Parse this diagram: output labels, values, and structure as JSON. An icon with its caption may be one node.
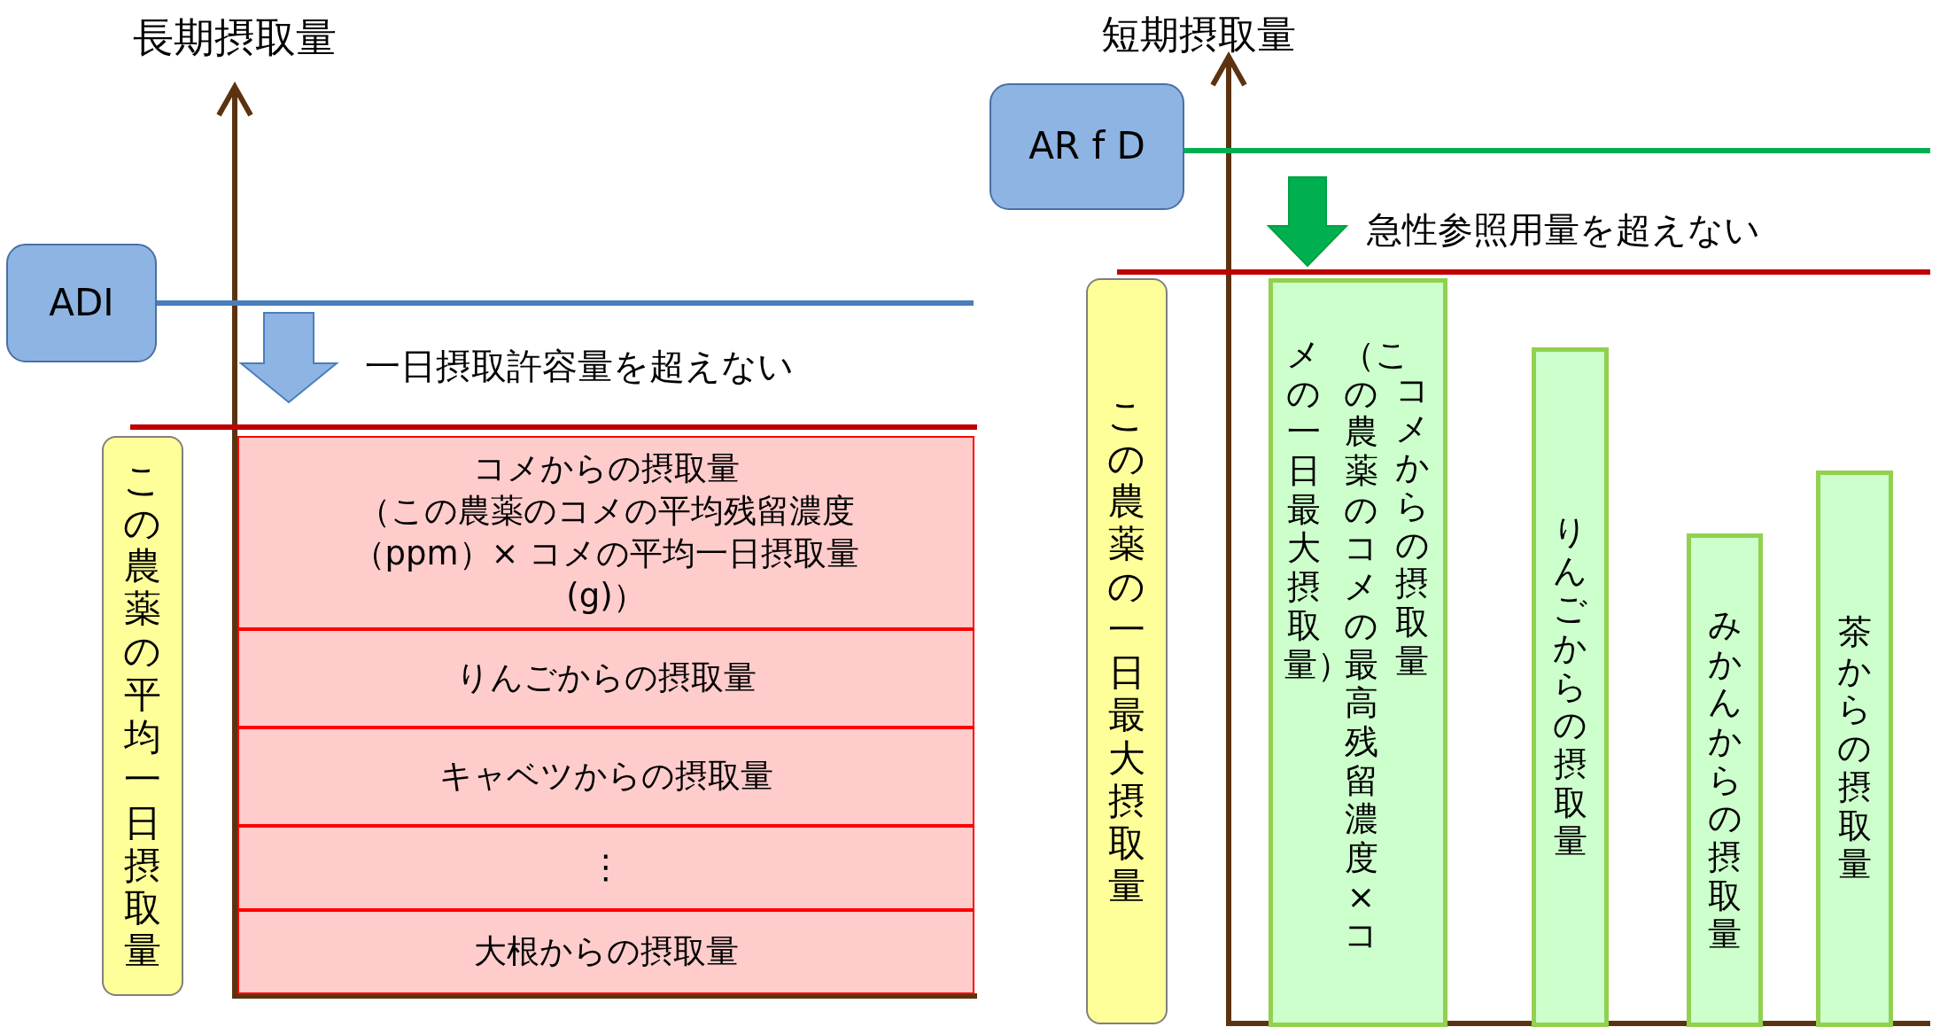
{
  "diagram": {
    "nodes": [
      {
        "text": [
          "ADI"
        ]
      },
      {
        "text": [
          "この農薬の平均一日摂取量"
        ]
      },
      {
        "text": [
          "コメからの摂取量",
          "（この農薬のコメの平均残留濃度（ppm）× コメの平均一日摂取量(g)）"
        ]
      },
      {
        "text": [
          "りんごからの摂取量"
        ]
      },
      {
        "text": [
          "キャベツからの摂取量"
        ]
      },
      {
        "text": [
          "⋮"
        ]
      },
      {
        "text": [
          "大根からの摂取量"
        ]
      },
      {
        "text": [
          "AR f D"
        ]
      },
      {
        "text": [
          "この農薬の一日最大摂取量"
        ]
      },
      {
        "text": [
          "コメからの摂取量",
          "（この農薬のコメの最高残留濃度×コメの一日最大摂取量）"
        ]
      },
      {
        "text": [
          "りんごからの摂取量"
        ]
      },
      {
        "text": [
          "みかんからの摂取量"
        ]
      },
      {
        "text": [
          "茶からの摂取量"
        ]
      }
    ],
    "labels": [
      "長期摂取量",
      "短期摂取量",
      "急性参照用量を超えない",
      "一日摂取許容量を超えない"
    ]
  }
}
